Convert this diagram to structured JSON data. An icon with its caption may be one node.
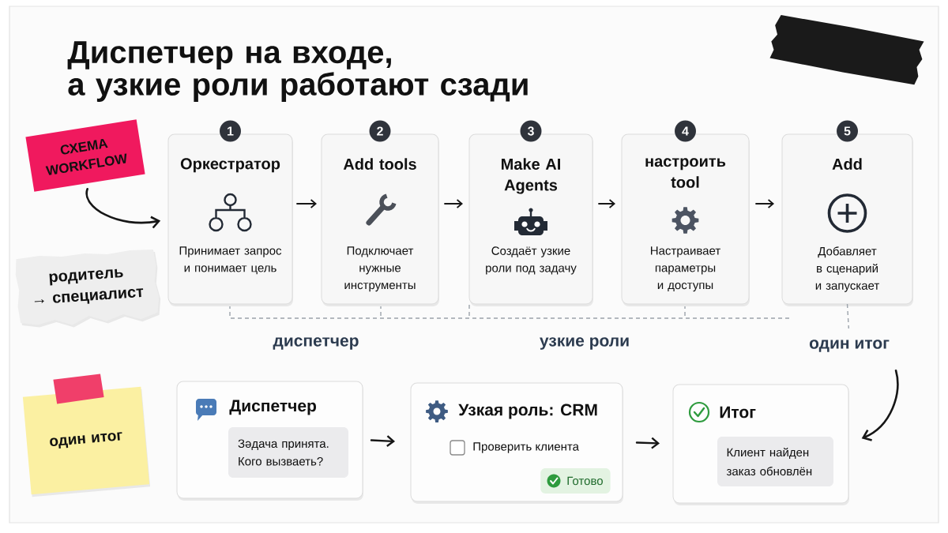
{
  "diagram": {
    "title": "Диспетчер на входе, а узкие роли работают сзади",
    "nodes": [
      {
        "text": [],
        "shape": "tape"
      },
      {
        "text": [
          "СХЕМА WORKFLOW"
        ]
      },
      {
        "text": [
          "1",
          "Оркестратор",
          "Принимает запрос и понимает цель"
        ]
      },
      {
        "text": [
          "2",
          "Add tools",
          "Подключает нужные инструменты"
        ]
      },
      {
        "text": [
          "3",
          "Make AI Agents",
          "Создаёт узкие роли под задачу"
        ]
      },
      {
        "text": [
          "4",
          "настроить tool",
          "Настраивает параметры и доступы"
        ]
      },
      {
        "text": [
          "5",
          "Add",
          "Добавляет в сценарий и запускает"
        ]
      },
      {
        "text": [
          "родитель → специалист"
        ]
      },
      {
        "text": [
          "один итог"
        ]
      },
      {
        "text": [
          "один итог"
        ]
      },
      {
        "text": [
          "Диспетчер"
        ]
      },
      {
        "text": [
          "Зәдача принята. Кого вызваеть?"
        ],
        "in": 10
      },
      {
        "text": [
          "Узкая роль: CRM",
          "Проверить клиента"
        ]
      },
      {
        "text": [
          "Готово"
        ],
        "in": 12
      },
      {
        "text": [
          "Итог"
        ]
      },
      {
        "text": [
          "Клиент найден заказ обновлён"
        ],
        "in": 14
      }
    ],
    "edges": [
      {
        "from": 1,
        "to": 2,
        "arrow": "to"
      },
      {
        "from": 2,
        "to": 3,
        "arrow": "to"
      },
      {
        "from": 3,
        "to": 4,
        "arrow": "to"
      },
      {
        "from": 4,
        "to": 5,
        "arrow": "to"
      },
      {
        "from": 5,
        "to": 6,
        "arrow": "to"
      },
      {
        "from": 6,
        "to": 8,
        "arrow": "none",
        "style": "dashed",
        "color": "#9ca3ab"
      },
      {
        "from": 8,
        "to": 14,
        "arrow": "to"
      },
      {
        "from": 10,
        "to": 12,
        "arrow": "to"
      },
      {
        "from": 12,
        "to": 14,
        "arrow": "to"
      }
    ],
    "labels": [
      "диспетчер",
      "узкие роли"
    ]
  }
}
